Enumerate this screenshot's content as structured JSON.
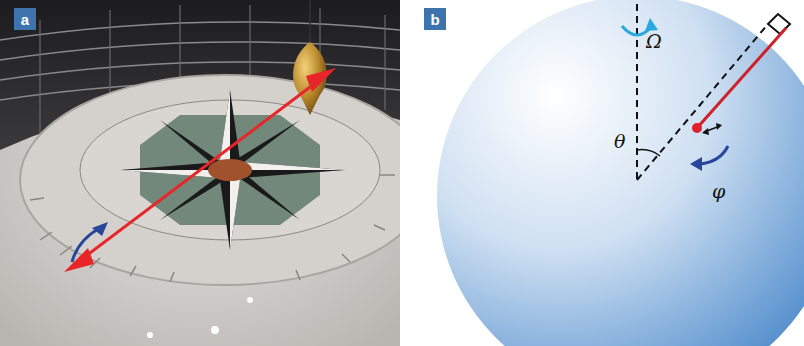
{
  "diagram": {
    "nodes": [
      {
        "text": [
          "a"
        ]
      },
      {
        "text": [
          "b"
        ]
      }
    ],
    "labels": [
      "Ω",
      "θ",
      "φ"
    ]
  }
}
